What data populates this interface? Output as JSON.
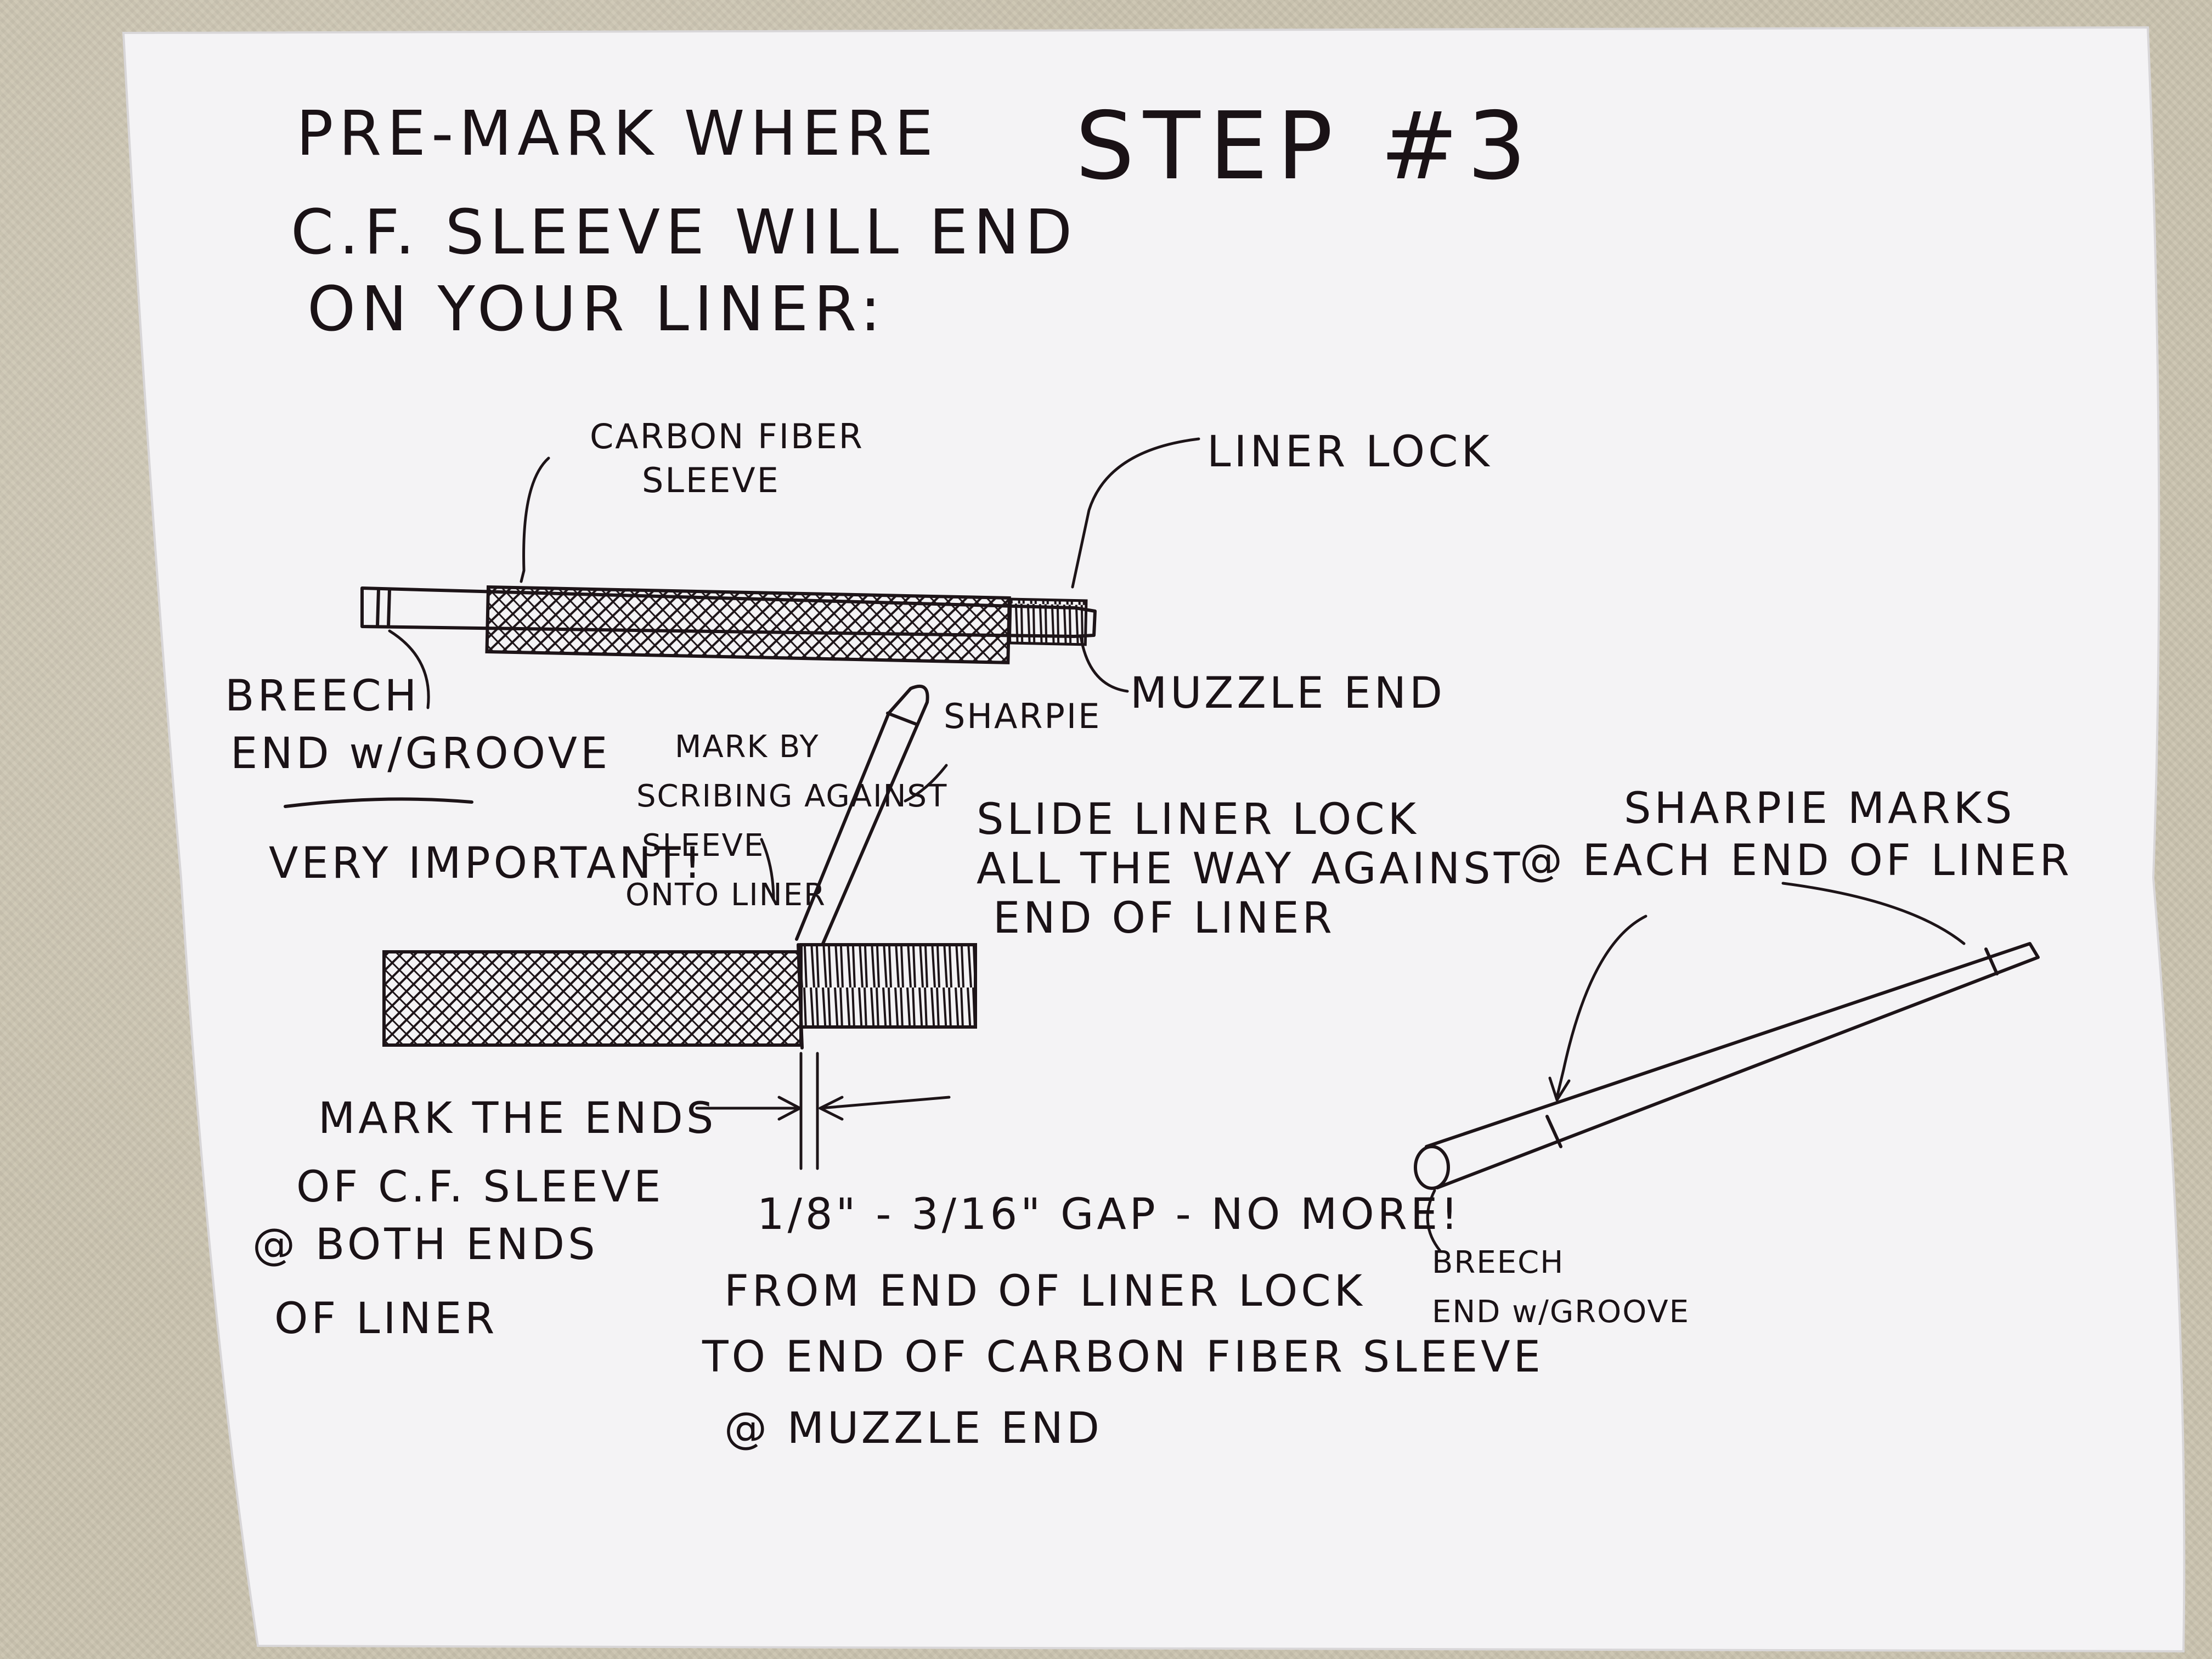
{
  "title_lines": [
    "PRE-MARK WHERE",
    "C.F. SLEEVE WILL END",
    "ON YOUR LINER:"
  ],
  "step": "STEP #3",
  "top_diagram": {
    "carbon_fiber_sleeve": [
      "CARBON FIBER",
      "SLEEVE"
    ],
    "liner_lock": "LINER LOCK",
    "muzzle_end": "MUZZLE END",
    "breech_end": [
      "BREECH",
      "END w/GROOVE"
    ],
    "very_important": "VERY IMPORTANT!"
  },
  "middle_diagram": {
    "mark_by": [
      "MARK BY",
      "SCRIBING AGAINST",
      "SLEEVE",
      "ONTO LINER"
    ],
    "sharpie": "SHARPIE",
    "slide_liner_lock": [
      "SLIDE LINER LOCK",
      "ALL THE WAY AGAINST",
      "END OF LINER"
    ],
    "mark_the_ends": [
      "MARK THE ENDS",
      "OF C.F. SLEEVE",
      "@ BOTH ENDS",
      "OF LINER"
    ],
    "gap": "1/8\" - 3/16\" GAP - NO MORE!",
    "from_end": [
      "FROM END OF LINER LOCK",
      "TO END OF CARBON FIBER SLEEVE",
      "@ MUZZLE END"
    ]
  },
  "right_diagram": {
    "sharpie_marks": [
      "SHARPIE MARKS",
      "@ EACH END OF LINER"
    ],
    "breech_end": [
      "BREECH",
      "END w/GROOVE"
    ]
  },
  "colors": {
    "ink": "#1d1418",
    "paper": "#f4f3f5",
    "background": "#cbc4b0"
  }
}
